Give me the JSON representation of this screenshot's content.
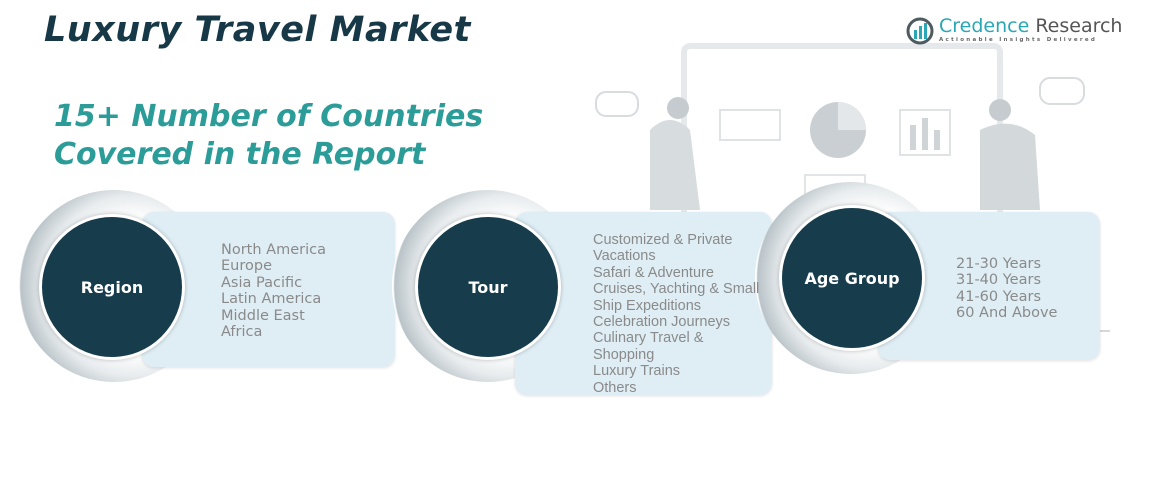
{
  "header": {
    "title": "Luxury Travel Market",
    "subtitle_line1": "15+ Number of Countries",
    "subtitle_line2": "Covered in the Report"
  },
  "logo": {
    "name_part1": "Credence",
    "name_part2": " Research",
    "tagline": "Actionable Insights Delivered",
    "icon": "bar-chart-circle-icon"
  },
  "colors": {
    "dark": "#173d4d",
    "teal": "#2b9c98",
    "box": "#dfeef5",
    "text": "#8a8a8a"
  },
  "segments": [
    {
      "label": "Region",
      "items": [
        "North America",
        "Europe",
        "Asia Pacific",
        "Latin America",
        "Middle East",
        "Africa"
      ]
    },
    {
      "label": "Tour",
      "items": [
        "Customized & Private",
        "Vacations",
        "Safari & Adventure",
        "Cruises, Yachting & Small",
        "Ship Expeditions",
        "Celebration Journeys",
        "Culinary Travel &",
        "Shopping",
        "Luxury Trains",
        "Others"
      ]
    },
    {
      "label": "Age Group",
      "items": [
        "21-30 Years",
        "31-40 Years",
        "41-60 Years",
        "60 And Above"
      ]
    }
  ]
}
